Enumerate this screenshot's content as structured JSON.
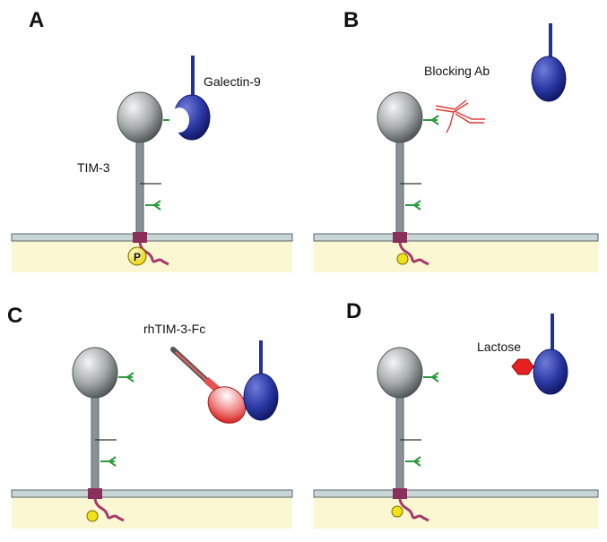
{
  "panels": [
    {
      "id": "A",
      "label": "A",
      "texts": [
        "Galectin-9",
        "TIM-3"
      ],
      "phospho": "P"
    },
    {
      "id": "B",
      "label": "B",
      "texts": [
        "Blocking Ab"
      ]
    },
    {
      "id": "C",
      "label": "C",
      "texts": [
        "rhTIM-3-Fc"
      ]
    },
    {
      "id": "D",
      "label": "D",
      "texts": [
        "Lactose"
      ]
    }
  ],
  "colors": {
    "membrane": "#c9d6d8",
    "cytoplasm": "#faf7d2",
    "stalk": "#7f8a8c",
    "head": "#8a9092",
    "galectin": "#24309a",
    "glycan": "#2e9a3c",
    "tail": "#a8396b",
    "phosphate": "#f0e21a",
    "antibody": "#e43a3a",
    "lactose": "#e62020",
    "fc_protein": "#e55050"
  }
}
